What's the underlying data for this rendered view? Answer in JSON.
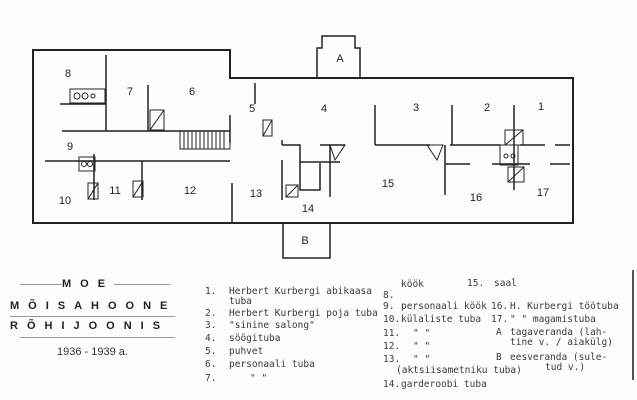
{
  "plan": {
    "rooms": {
      "r1": "1",
      "r2": "2",
      "r3": "3",
      "r4": "4",
      "r5": "5",
      "r6": "6",
      "r7": "7",
      "r8": "8",
      "r9": "9",
      "r10": "10",
      "r11": "11",
      "r12": "12",
      "r13": "13",
      "r14": "14",
      "r15": "15",
      "r16": "16",
      "r17": "17",
      "A": "A",
      "B": "B"
    }
  },
  "title": {
    "line1": "MOE",
    "line2": "MÕISAHOONE",
    "line3": "RÕHIJOONIS",
    "date": "1936 - 1939 a."
  },
  "legend": [
    {
      "num": "1.",
      "text": "Herbert Kurbergi abikaasa",
      "text2": "tuba"
    },
    {
      "num": "2.",
      "text": "Herbert Kurbergi poja tuba"
    },
    {
      "num": "3.",
      "text": "\"sinine salong\""
    },
    {
      "num": "4.",
      "text": "söögituba"
    },
    {
      "num": "5.",
      "text": "puhvet"
    },
    {
      "num": "6.",
      "text": "personaali tuba"
    },
    {
      "num": "7.",
      "text": "\"      \""
    },
    {
      "num": "8.",
      "text": "köök"
    },
    {
      "num": "9.",
      "text": "personaali köök"
    },
    {
      "num": "10.",
      "text": "külaliste tuba"
    },
    {
      "num": "11.",
      "text": "\"      \""
    },
    {
      "num": "12.",
      "text": "\"      \""
    },
    {
      "num": "13.",
      "text": "\"      \"",
      "text2": "(aktsiisametniku tuba)"
    },
    {
      "num": "14.",
      "text": "garderoobi tuba"
    },
    {
      "num": "15.",
      "text": "saal"
    },
    {
      "num": "16.",
      "text": "H. Kurbergi töötuba"
    },
    {
      "num": "17.",
      "text": "\"    \" magamistuba"
    },
    {
      "num": "A",
      "text": "tagaveranda (lah-",
      "text2": "tine v. / aiakülg)"
    },
    {
      "num": "B",
      "text": "eesveranda (sule-",
      "text2": "tud v.)"
    }
  ]
}
